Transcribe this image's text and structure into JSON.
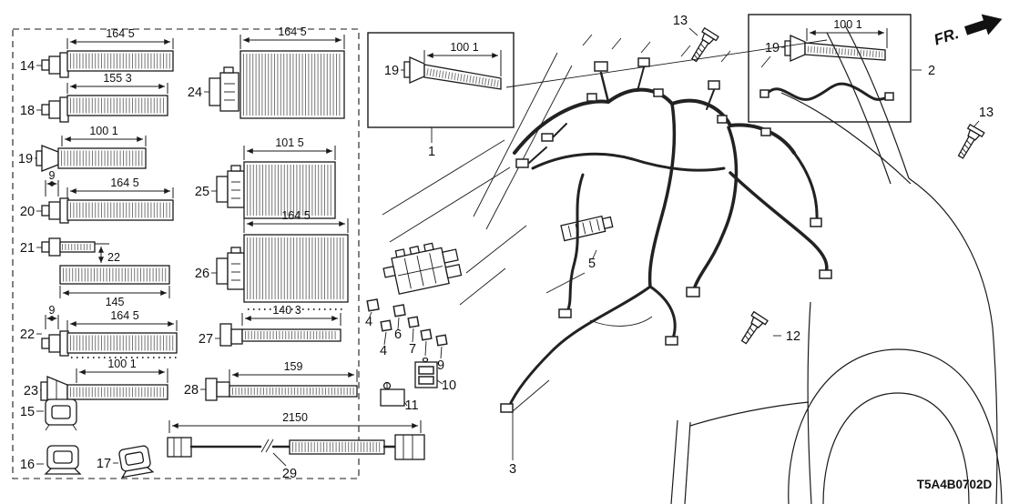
{
  "diagram": {
    "code": "T5A4B0702D",
    "fr_label": "FR."
  },
  "callouts": {
    "c1": "1",
    "c2": "2",
    "c3": "3",
    "c4a": "4",
    "c4b": "4",
    "c5": "5",
    "c6": "6",
    "c7": "7",
    "c8": "8",
    "c9": "9",
    "c10": "10",
    "c11": "11",
    "c12": "12",
    "c13a": "13",
    "c13b": "13",
    "c14": "14",
    "c15": "15",
    "c16": "16",
    "c17": "17",
    "c18": "18",
    "c19": "19",
    "c19_box1": "19",
    "c19_box2": "19",
    "c20": "20",
    "c21": "21",
    "c22": "22",
    "c23": "23",
    "c24": "24",
    "c25": "25",
    "c26": "26",
    "c27": "27",
    "c28": "28",
    "c29": "29"
  },
  "dimensions": {
    "d14": "164 5",
    "d18": "155 3",
    "d19": "100 1",
    "d20": "164 5",
    "d20_width": "9",
    "d21_offset": "22",
    "d21_length": "145",
    "d22": "164 5",
    "d22_width": "9",
    "d23": "100 1",
    "d24": "164 5",
    "d25": "101 5",
    "d26": "164 5",
    "d27": "140 3",
    "d28": "159",
    "d29": "2150",
    "d1": "100 1",
    "d2": "100 1"
  }
}
